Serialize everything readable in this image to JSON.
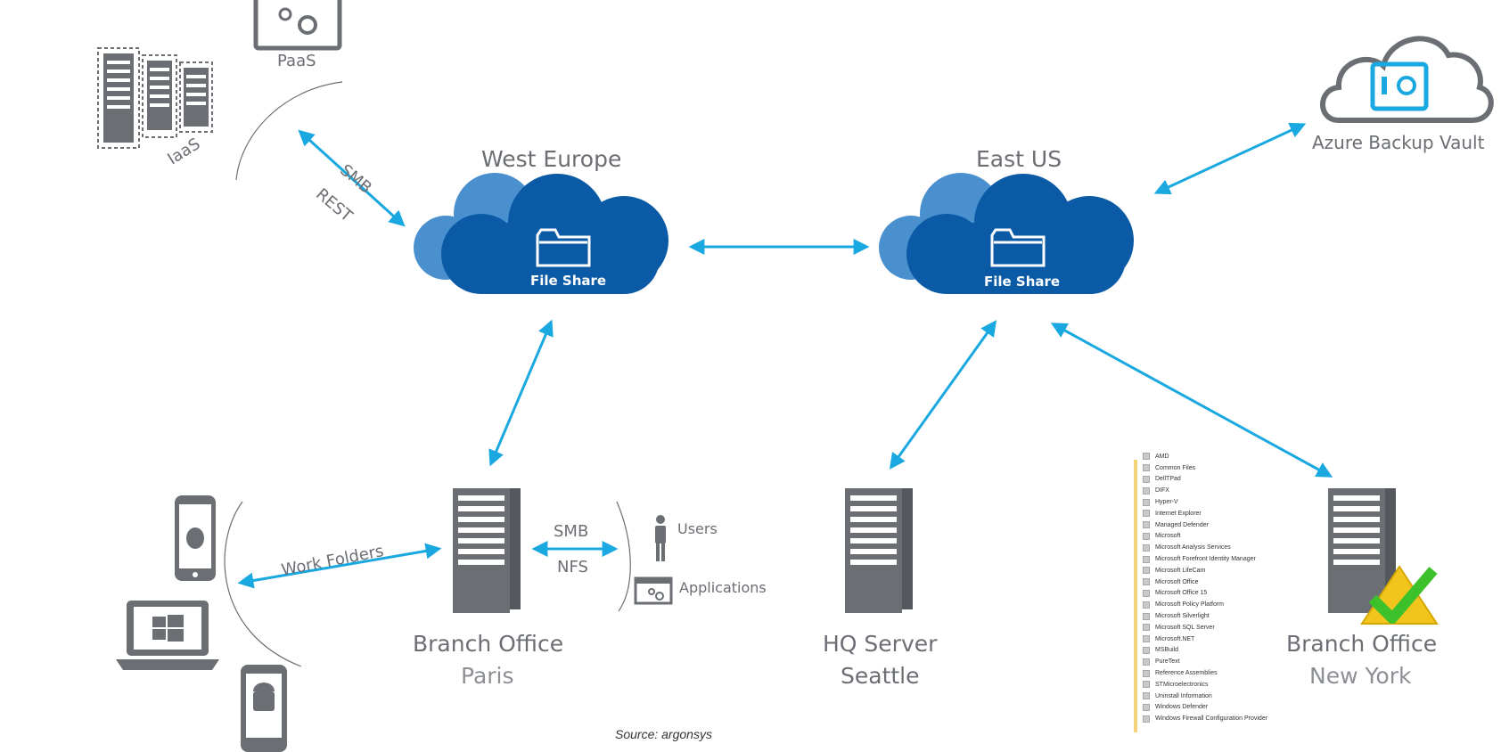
{
  "clouds": {
    "west": {
      "title": "West Europe",
      "label": "File Share"
    },
    "east": {
      "title": "East US",
      "label": "File Share"
    }
  },
  "cloud_services": {
    "paas": "PaaS",
    "iaas": "IaaS"
  },
  "protocols": {
    "smb_top": "SMB",
    "rest_top": "REST",
    "smb_paris": "SMB",
    "nfs_paris": "NFS"
  },
  "work_folders": "Work Folders",
  "consumers": {
    "users": "Users",
    "applications": "Applications"
  },
  "sites": {
    "paris": {
      "title": "Branch Office",
      "subtitle": "Paris"
    },
    "seattle": {
      "title": "HQ Server",
      "subtitle": "Seattle"
    },
    "newyork": {
      "title": "Branch Office",
      "subtitle": "New York"
    }
  },
  "vault": "Azure Backup Vault",
  "folders": [
    "AMD",
    "Common Files",
    "DellTPad",
    "DIFX",
    "Hyper-V",
    "Internet Explorer",
    "Managed Defender",
    "Microsoft",
    "Microsoft Analysis Services",
    "Microsoft Forefront Identity Manager",
    "Microsoft LifeCam",
    "Microsoft Office",
    "Microsoft Office 15",
    "Microsoft Policy Platform",
    "Microsoft Silverlight",
    "Microsoft SQL Server",
    "Microsoft.NET",
    "MSBuild",
    "PureText",
    "Reference Assemblies",
    "STMicroelectronics",
    "Uninstall Information",
    "Windows Defender",
    "Windows Firewall Configuration Provider"
  ],
  "source": "Source: argonsys",
  "colors": {
    "arrow": "#1aa8e0",
    "cloud_dark": "#0a5aa6",
    "cloud_light": "#4a90cf",
    "server": "#6b6e73",
    "check": "#3cc12a",
    "warning": "#f2c51c"
  }
}
